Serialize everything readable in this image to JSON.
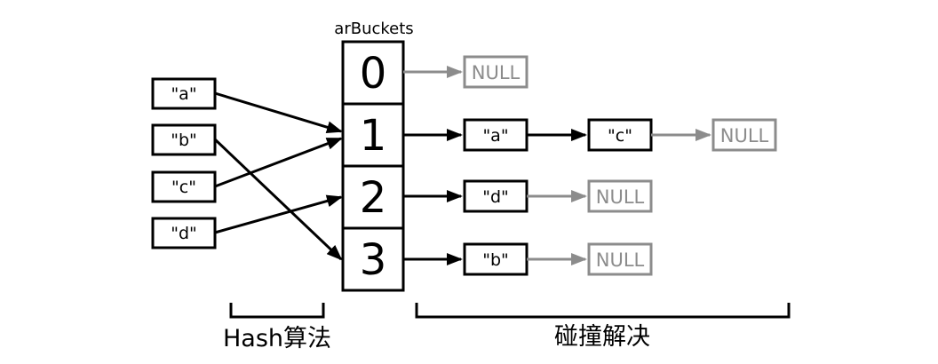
{
  "bucket_array_label": "arBuckets",
  "input_keys": [
    "\"a\"",
    "\"b\"",
    "\"c\"",
    "\"d\""
  ],
  "buckets": [
    "0",
    "1",
    "2",
    "3"
  ],
  "chains": [
    {
      "nodes": [],
      "terminator": "NULL"
    },
    {
      "nodes": [
        "\"a\"",
        "\"c\""
      ],
      "terminator": "NULL"
    },
    {
      "nodes": [
        "\"d\""
      ],
      "terminator": "NULL"
    },
    {
      "nodes": [
        "\"b\""
      ],
      "terminator": "NULL"
    }
  ],
  "hash_mapping": [
    {
      "key": "\"a\"",
      "bucket": "1"
    },
    {
      "key": "\"b\"",
      "bucket": "3"
    },
    {
      "key": "\"c\"",
      "bucket": "1"
    },
    {
      "key": "\"d\"",
      "bucket": "2"
    }
  ],
  "labels": {
    "hash_algorithm": "Hash算法",
    "collision_resolution": "碰撞解决"
  },
  "colors": {
    "primary": "#000000",
    "terminator": "#8c8c8c"
  }
}
